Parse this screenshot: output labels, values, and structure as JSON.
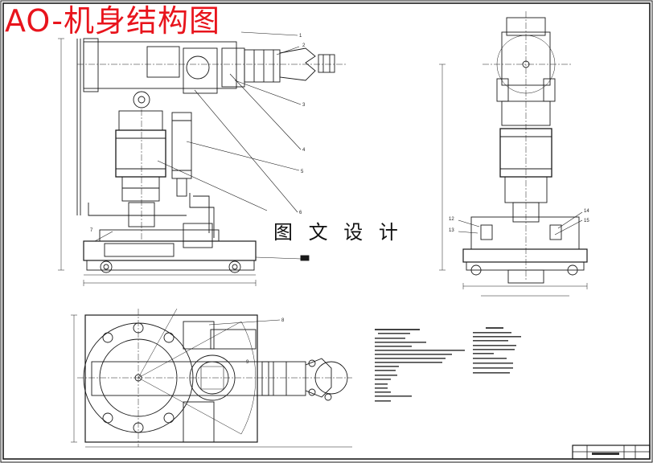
{
  "title": "AO-机身结构图",
  "watermark": "图 文 设 计",
  "callouts": {
    "c1": "1",
    "c2": "2",
    "c3": "3",
    "c4": "4",
    "c5": "5",
    "c6": "6",
    "c7": "7",
    "c8": "8",
    "c9": "9",
    "c12": "12",
    "c13": "13",
    "c14": "14",
    "c15": "15"
  },
  "colors": {
    "line": "#1a1a1a",
    "title": "#e8141c",
    "background": "#ffffff"
  }
}
